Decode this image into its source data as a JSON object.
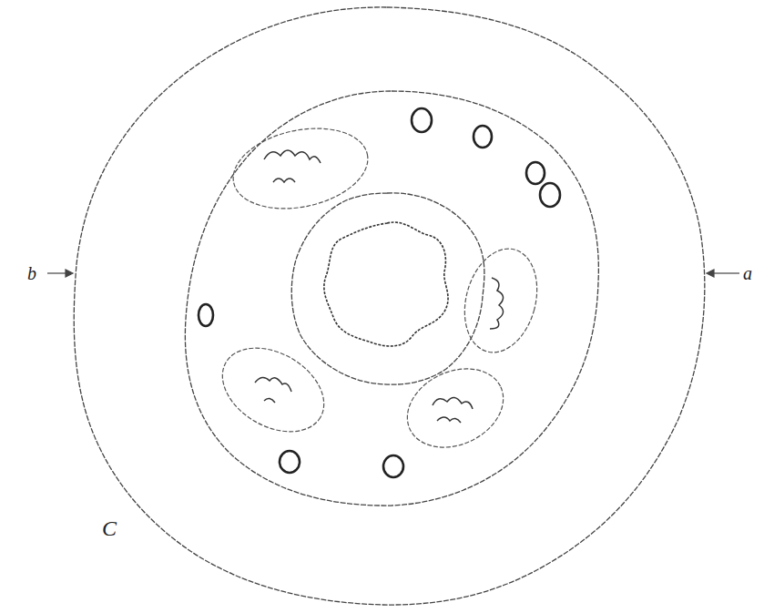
{
  "diagram": {
    "labels": [
      "b",
      "a",
      "C"
    ]
  }
}
